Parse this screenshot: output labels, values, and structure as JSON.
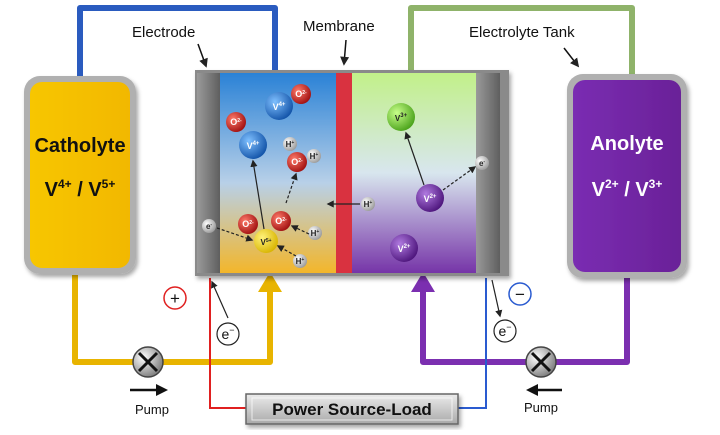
{
  "labels": {
    "electrode": "Electrode",
    "membrane": "Membrane",
    "electrolyte_tank": "Electrolyte Tank",
    "power_source": "Power Source-Load",
    "pump_left": "Pump",
    "pump_right": "Pump",
    "plus": "+",
    "minus": "−",
    "electron_left": "e",
    "electron_right": "e",
    "electron_sup": "−"
  },
  "catholyte": {
    "title": "Catholyte",
    "formula_a": "V",
    "formula_a_sup": "4+",
    "formula_sep": " / ",
    "formula_b": "V",
    "formula_b_sup": "5+"
  },
  "anolyte": {
    "title": "Anolyte",
    "formula_a": "V",
    "formula_a_sup": "2+",
    "formula_sep": " / ",
    "formula_b": "V",
    "formula_b_sup": "3+"
  },
  "ions": {
    "v4_top": "V",
    "v4_top_sup": "4+",
    "v4_mid": "V",
    "v4_mid_sup": "4+",
    "v5": "V",
    "v5_sup": "5+",
    "v3": "V",
    "v3_sup": "3+",
    "v2_a": "V",
    "v2_a_sup": "2+",
    "v2_b": "V",
    "v2_b_sup": "2+",
    "o2": "O",
    "o2_sup": "2-",
    "h": "H",
    "h_sup": "+",
    "e": "e",
    "e_sup": "-"
  },
  "colors": {
    "catholyte": "#f5c400",
    "anolyte": "#7b2fb0",
    "cathode_flow": "#2a5bbf",
    "anode_flow": "#8fb36a",
    "membrane": "#d93040",
    "wire_red": "#e02020",
    "wire_blue": "#2a5bd0"
  }
}
